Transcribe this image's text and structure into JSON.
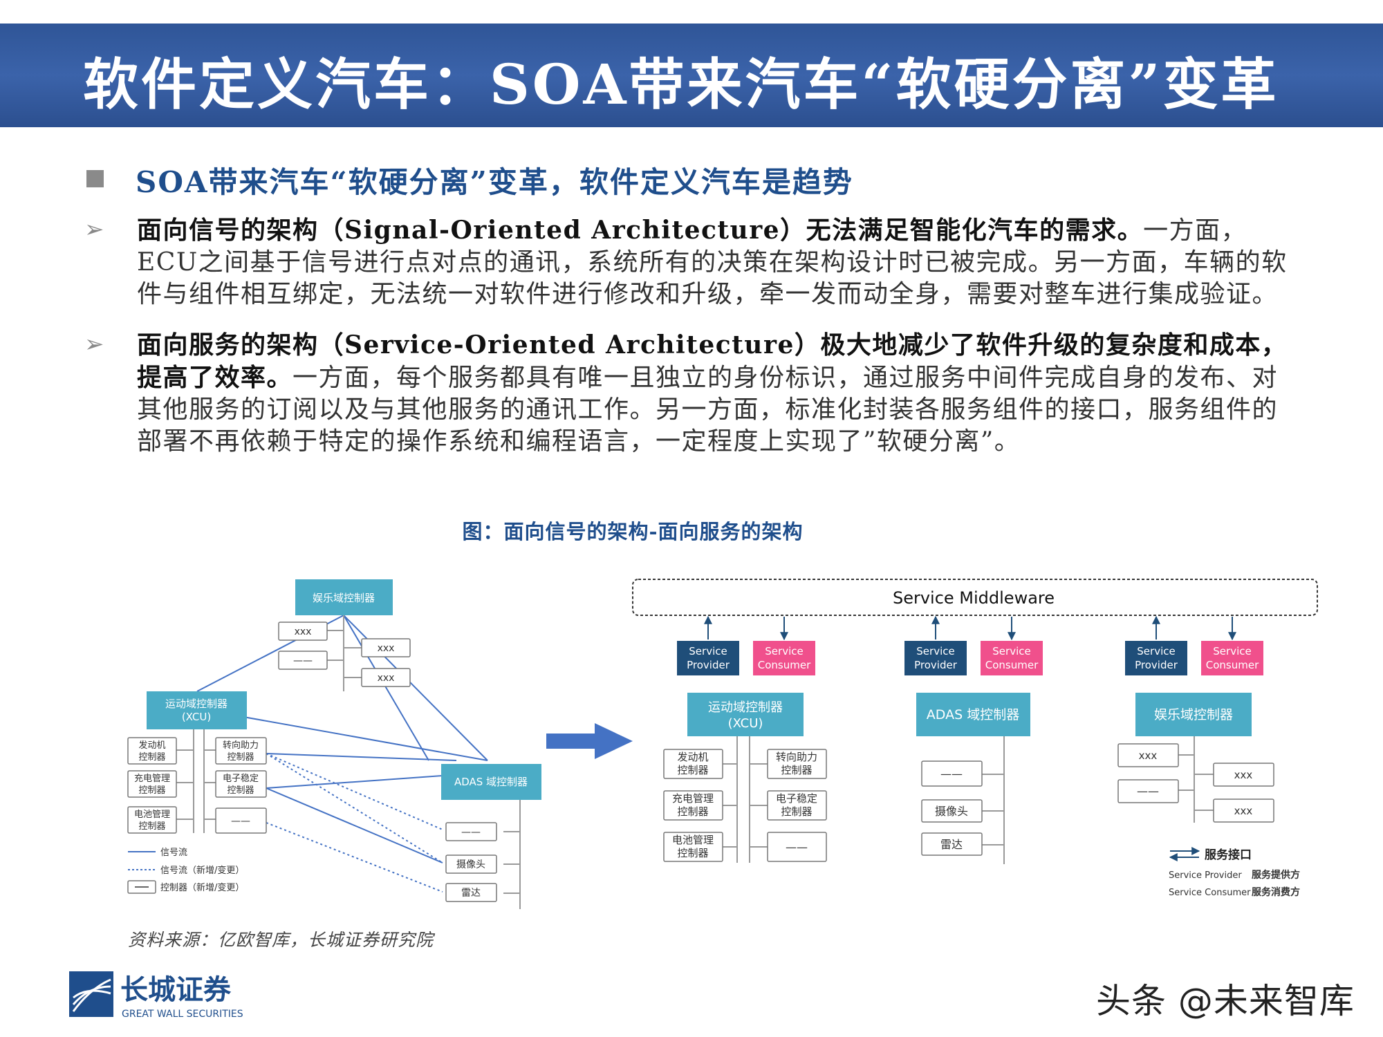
{
  "title": "软件定义汽车：SOA带来汽车“软硬分离”变革",
  "heading": "SOA带来汽车“软硬分离”变革，软件定义汽车是趋势",
  "bullets": [
    {
      "bold": "面向信号的架构（Signal-Oriented Architecture）无法满足智能化汽车的需求。",
      "text": "一方面，ECU之间基于信号进行点对点的通讯，系统所有的决策在架构设计时已被完成。另一方面，车辆的软件与组件相互绑定，无法统一对软件进行修改和升级，牵一发而动全身，需要对整车进行集成验证。"
    },
    {
      "bold": "面向服务的架构（Service-Oriented Architecture）极大地减少了软件升级的复杂度和成本，提高了效率。",
      "text": "一方面，每个服务都具有唯一且独立的身份标识，通过服务中间件完成自身的发布、对其他服务的订阅以及与其他服务的通讯工作。另一方面，标准化封装各服务组件的接口，服务组件的部署不再依赖于特定的操作系统和编程语言，一定程度上实现了”软硬分离”。"
    }
  ],
  "figure_caption": "图：面向信号的架构-面向服务的架构",
  "left_diagram": {
    "entertainment": "娱乐域控制器",
    "xxx": "xxx",
    "dash": "——",
    "motion_line1": "运动域控制器",
    "motion_line2": "(XCU)",
    "engine": [
      "发动机",
      "控制器"
    ],
    "steering": [
      "转向助力",
      "控制器"
    ],
    "charge": [
      "充电管理",
      "控制器"
    ],
    "stability": [
      "电子稳定",
      "控制器"
    ],
    "battery": [
      "电池管理",
      "控制器"
    ],
    "adas": "ADAS 域控制器",
    "camera": "摄像头",
    "radar": "雷达",
    "legend": [
      "信号流",
      "信号流（新增/变更）",
      "控制器（新增/变更）"
    ]
  },
  "right_diagram": {
    "middleware": "Service Middleware",
    "provider": [
      "Service",
      "Provider"
    ],
    "consumer": [
      "Service",
      "Consumer"
    ],
    "motion_line1": "运动域控制器",
    "motion_line2": "(XCU)",
    "adas": "ADAS 域控制器",
    "entertainment": "娱乐域控制器",
    "engine": [
      "发动机",
      "控制器"
    ],
    "steering": [
      "转向助力",
      "控制器"
    ],
    "charge": [
      "充电管理",
      "控制器"
    ],
    "stability": [
      "电子稳定",
      "控制器"
    ],
    "battery": [
      "电池管理",
      "控制器"
    ],
    "dash": "——",
    "camera": "摄像头",
    "radar": "雷达",
    "xxx": "xxx",
    "legend_title": "服务接口",
    "legend_rows": [
      [
        "Service Provider",
        "服务提供方"
      ],
      [
        "Service Consumer",
        "服务消费方"
      ]
    ]
  },
  "source": "资料来源：亿欧智库，长城证券研究院",
  "logo": {
    "name": "长城证券",
    "sub": "GREAT WALL SECURITIES"
  },
  "watermark": "头条 @未来智库",
  "colors": {
    "title_bar": "#2f5597",
    "box_teal": "#4bacc6",
    "box_navy": "#1f4e79",
    "box_pink": "#f0508c",
    "arrow_blue": "#4472c4"
  }
}
